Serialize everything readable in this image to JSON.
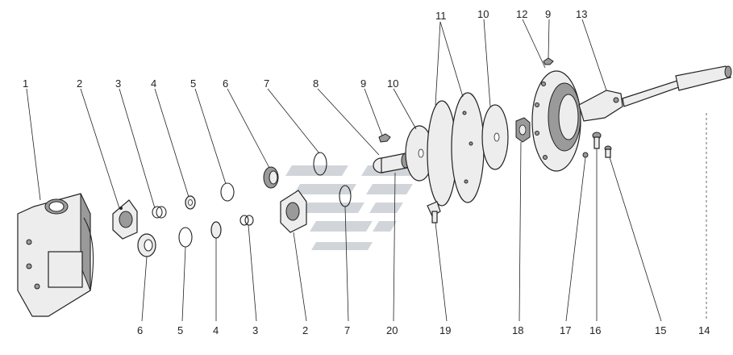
{
  "callouts_top": [
    {
      "id": "c1",
      "text": "1"
    },
    {
      "id": "c2",
      "text": "2"
    },
    {
      "id": "c3",
      "text": "3"
    },
    {
      "id": "c4",
      "text": "4"
    },
    {
      "id": "c5",
      "text": "5"
    },
    {
      "id": "c6",
      "text": "6"
    },
    {
      "id": "c7",
      "text": "7"
    },
    {
      "id": "c8",
      "text": "8"
    },
    {
      "id": "c9a",
      "text": "9"
    },
    {
      "id": "c10a",
      "text": "10"
    },
    {
      "id": "c11",
      "text": "11"
    },
    {
      "id": "c10b",
      "text": "10"
    },
    {
      "id": "c12",
      "text": "12"
    },
    {
      "id": "c9b",
      "text": "9"
    },
    {
      "id": "c13",
      "text": "13"
    }
  ],
  "callouts_bottom": [
    {
      "id": "b6",
      "text": "6"
    },
    {
      "id": "b5",
      "text": "5"
    },
    {
      "id": "b4",
      "text": "4"
    },
    {
      "id": "b3",
      "text": "3"
    },
    {
      "id": "b2",
      "text": "2"
    },
    {
      "id": "b7",
      "text": "7"
    },
    {
      "id": "b20",
      "text": "20"
    },
    {
      "id": "b19",
      "text": "19"
    },
    {
      "id": "b18",
      "text": "18"
    },
    {
      "id": "b17",
      "text": "17"
    },
    {
      "id": "b16",
      "text": "16"
    },
    {
      "id": "b15",
      "text": "15"
    },
    {
      "id": "b14",
      "text": "14"
    }
  ],
  "colors": {
    "line": "#222222",
    "part_fill": "#ededed",
    "shade": "#9a9a9a",
    "watermark": "#c9ced4"
  }
}
